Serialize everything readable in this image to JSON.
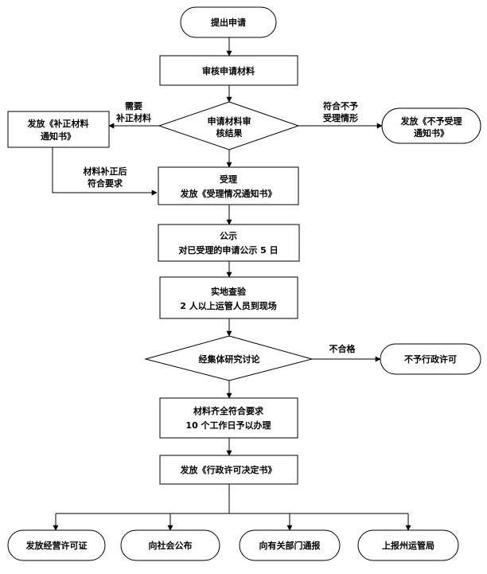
{
  "nodes": {
    "start": "提出申请",
    "review": "审核申请材料",
    "decision_check": [
      "申请材料审",
      "核结果"
    ],
    "supplement": [
      "发放《补正材料",
      "通知书》"
    ],
    "reject_notice": [
      "发放《不予受理",
      "通知书》"
    ],
    "accept": [
      "受理",
      "发放《受理情况通知书》"
    ],
    "publicize": [
      "公示",
      "对已受理的申请公示 5 日"
    ],
    "inspection": [
      "实地查验",
      "2 人以上运管人员到现场"
    ],
    "decision_collective": "经集体研究讨论",
    "deny_permit": "不予行政许可",
    "complete": [
      "材料齐全符合要求",
      "10 个工作日予以办理"
    ],
    "issue_decision": "发放《行政许可决定书》",
    "out_license": "发放经营许可证",
    "out_public": "向社会公布",
    "out_notify": "向有关部门通报",
    "out_report": "上报州运管局"
  },
  "edge_labels": {
    "need_supplement": [
      "需要",
      "补正材料"
    ],
    "not_accepted": [
      "符合不予",
      "受理情形"
    ],
    "after_supplement": [
      "材料补正后",
      "符合要求"
    ],
    "unqualified": "不合格"
  }
}
